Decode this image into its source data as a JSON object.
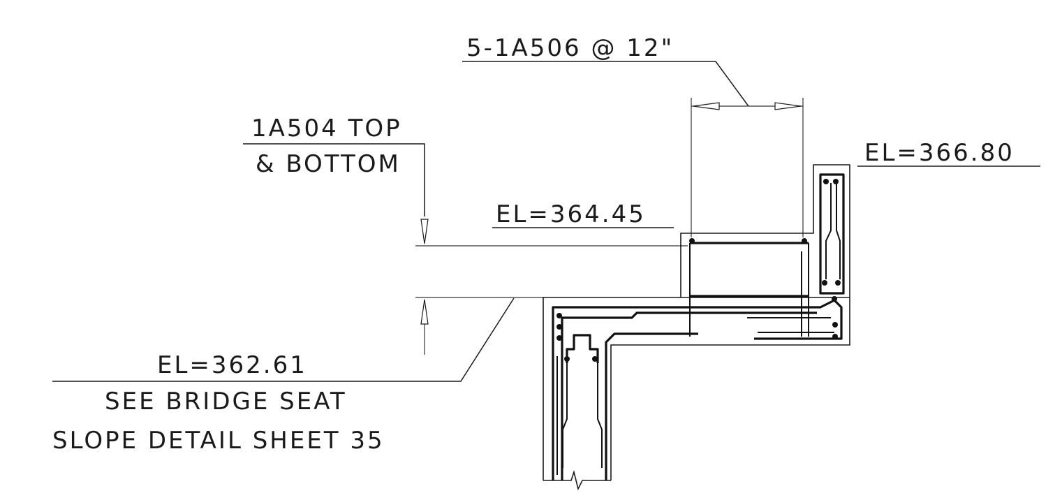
{
  "labels": {
    "rebar_spacing": "5-1A506 @ 12\"",
    "top_bottom_line1": "1A504 TOP",
    "top_bottom_line2": "& BOTTOM",
    "el_top_wall": "EL=366.80",
    "el_seat": "EL=364.45",
    "el_bottom": "EL=362.61",
    "note_line1": "SEE BRIDGE SEAT",
    "note_line2": "SLOPE DETAIL SHEET 35"
  }
}
